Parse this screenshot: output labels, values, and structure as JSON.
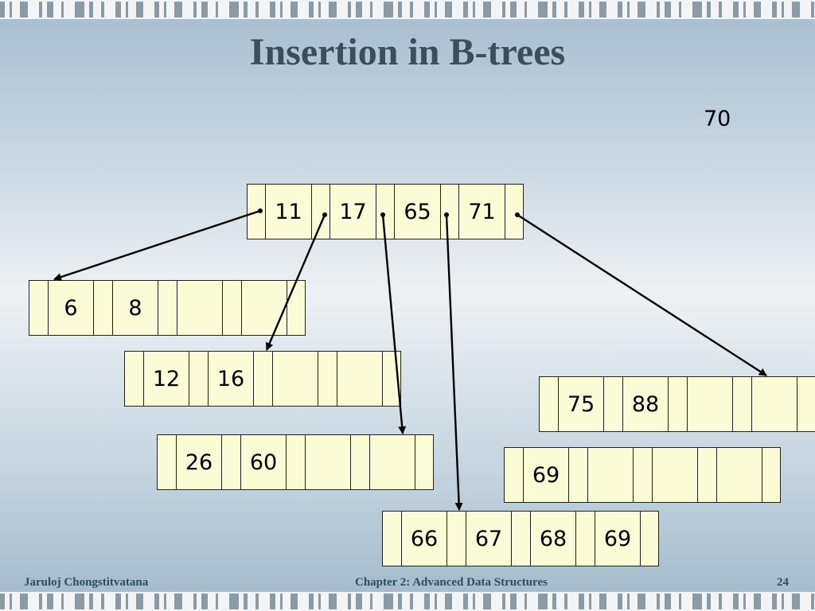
{
  "slide": {
    "title": "Insertion in B-trees",
    "inserting_key": "70",
    "footer": {
      "author": "Jaruloj Chongstitvatana",
      "chapter": "Chapter 2: Advanced Data Structures",
      "page": "24"
    }
  },
  "tree": {
    "root": {
      "keys": [
        "11",
        "17",
        "65",
        "71"
      ]
    },
    "leaves": [
      {
        "id": "leaf-a",
        "keys": [
          "6",
          "8",
          "",
          ""
        ]
      },
      {
        "id": "leaf-b",
        "keys": [
          "12",
          "16",
          "",
          ""
        ]
      },
      {
        "id": "leaf-c",
        "keys": [
          "26",
          "60",
          "",
          ""
        ]
      },
      {
        "id": "leaf-d",
        "keys": [
          "66",
          "67",
          "68",
          "69"
        ]
      },
      {
        "id": "leaf-e",
        "keys": [
          "69",
          "",
          "",
          ""
        ]
      },
      {
        "id": "leaf-f",
        "keys": [
          "75",
          "88",
          "",
          ""
        ]
      }
    ],
    "edges": [
      {
        "from_pointer": 0,
        "to": "leaf-a"
      },
      {
        "from_pointer": 1,
        "to": "leaf-b"
      },
      {
        "from_pointer": 2,
        "to": "leaf-c"
      },
      {
        "from_pointer": 3,
        "to": "leaf-d"
      },
      {
        "from_pointer": 4,
        "to": "leaf-f"
      }
    ]
  }
}
